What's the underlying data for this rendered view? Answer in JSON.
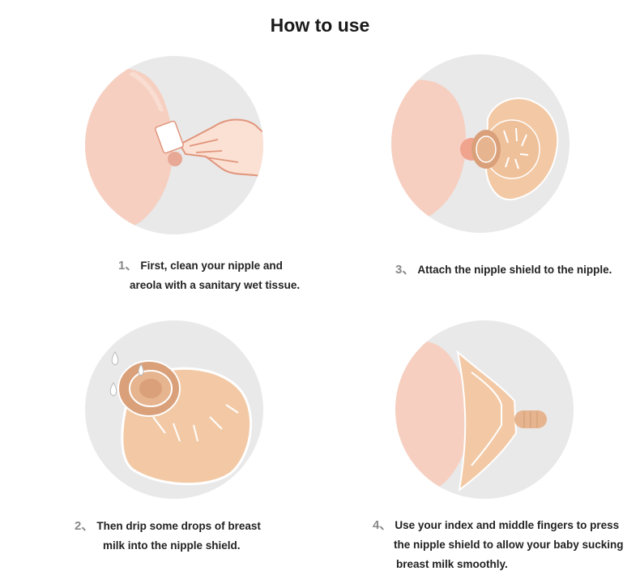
{
  "title": "How to use",
  "steps": [
    {
      "num": "1、",
      "lines": [
        "First, clean your nipple and",
        "areola with a sanitary wet tissue."
      ]
    },
    {
      "num": "3、",
      "lines": [
        "Attach the nipple shield to the nipple."
      ]
    },
    {
      "num": "2、",
      "lines": [
        "Then drip some drops of breast",
        "milk into the nipple shield."
      ]
    },
    {
      "num": "4、",
      "lines": [
        "Use your index and middle fingers to press",
        "the nipple shield to allow your baby sucking",
        "breast milk smoothly."
      ]
    }
  ],
  "colors": {
    "circle": "#e9e9e9",
    "skin": "#f7d2c4",
    "shield": "#ecc4a0",
    "shield_dark": "#d6a47c"
  }
}
